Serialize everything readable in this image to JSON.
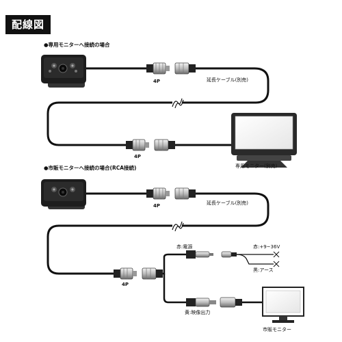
{
  "title": "配線図",
  "section1": {
    "heading": "●専用モニターへ接続の場合",
    "connector_top": "4P",
    "connector_bottom": "4P",
    "cable_label": "延長ケーブル(別売)",
    "monitor_label": "専用モニター(別売)"
  },
  "section2": {
    "heading": "●市販モニターへ接続の場合(RCA接続)",
    "connector_top": "4P",
    "connector_bottom": "4P",
    "cable_label": "延長ケーブル(別売)",
    "power_label": "赤:電源",
    "power_plus_label": "赤:+9~36V",
    "ground_label": "黒:アース",
    "video_label": "黄:映像出力",
    "monitor_label": "市販モニター"
  }
}
